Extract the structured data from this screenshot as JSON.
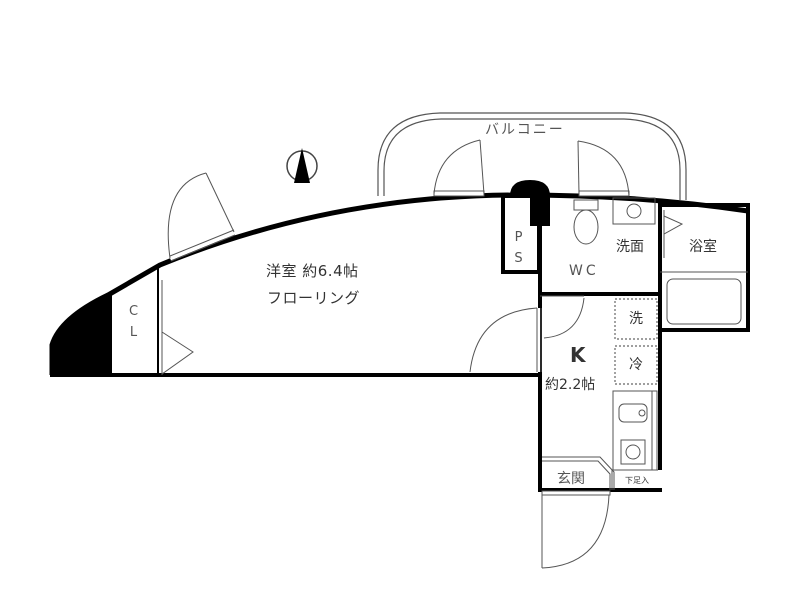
{
  "floor_plan": {
    "compass": {
      "icon": "north-arrow-icon",
      "direction": "N"
    },
    "balcony": {
      "label": "バルコニー"
    },
    "western_room": {
      "label": "洋室 約6.4帖",
      "floor": "フローリング"
    },
    "closet": {
      "label": "CL"
    },
    "pipe_space": {
      "label": "PS"
    },
    "toilet": {
      "label": "WC"
    },
    "washroom": {
      "label": "洗面"
    },
    "bathroom": {
      "label": "浴室"
    },
    "kitchen": {
      "label": "K",
      "size": "約2.2帖"
    },
    "washer_space": {
      "label": "洗"
    },
    "fridge_space": {
      "label": "冷"
    },
    "entrance": {
      "label": "玄関"
    },
    "shoe_box": {
      "label": "下足入"
    },
    "colors": {
      "wall": "#000000",
      "line": "#555555",
      "text": "#333333",
      "background": "#ffffff"
    }
  }
}
